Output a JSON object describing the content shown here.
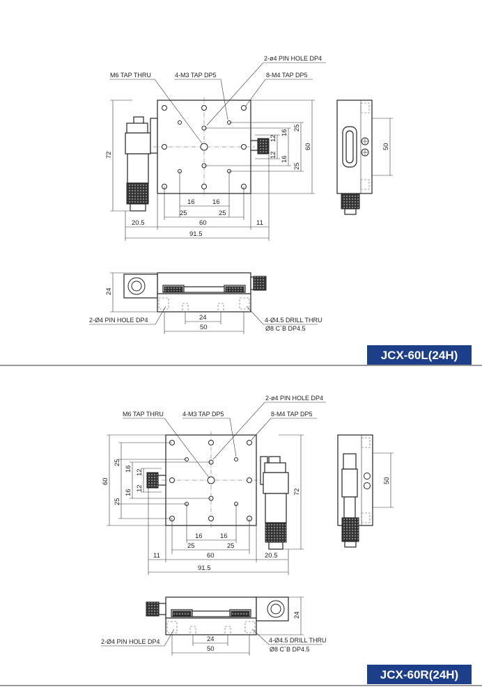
{
  "top": {
    "title": "JCX-60L(24H)",
    "callouts": {
      "m6": "M6 TAP THRU",
      "m3": "4-M3 TAP DP5",
      "pin": "2-ø4 PIN HOLE DP4",
      "m4": "8-M4 TAP DP5"
    },
    "dims": {
      "d72": "72",
      "d60": "60",
      "d60b": "60",
      "d25a": "25",
      "d25b": "25",
      "d16a": "16",
      "d16b": "16",
      "d12a": "12",
      "d12b": "12",
      "d16c": "16",
      "d16d": "16",
      "d25c": "25",
      "d25d": "25",
      "d205": "20.5",
      "d11": "11",
      "d915": "91.5",
      "d50": "50",
      "d24h": "24",
      "d24w": "24",
      "d50w": "50"
    },
    "side_callouts": {
      "pin": "2-Ø4 PIN HOLE DP4",
      "drill": "4-Ø4.5 DRILL THRU",
      "cb": "Ø8 C`B DP4.5"
    }
  },
  "bottom": {
    "title": "JCX-60R(24H)",
    "callouts": {
      "m6": "M6 TAP THRU",
      "m3": "4-M3 TAP DP5",
      "pin": "2-ø4 PIN HOLE DP4",
      "m4": "8-M4 TAP DP5"
    },
    "dims": {
      "d72": "72",
      "d60": "60",
      "d60b": "60",
      "d25a": "25",
      "d25b": "25",
      "d16a": "16",
      "d16b": "16",
      "d12a": "12",
      "d12b": "12",
      "d16c": "16",
      "d16d": "16",
      "d25c": "25",
      "d25d": "25",
      "d205": "20.5",
      "d11": "11",
      "d915": "91.5",
      "d50": "50",
      "d24h": "24",
      "d24w": "24",
      "d50w": "50"
    },
    "side_callouts": {
      "pin": "2-Ø4 PIN HOLE DP4",
      "drill": "4-Ø4.5 DRILL THRU",
      "cb": "Ø8 C`B DP4.5"
    }
  },
  "colors": {
    "badge": "#1d3f8a",
    "line": "#222222"
  }
}
